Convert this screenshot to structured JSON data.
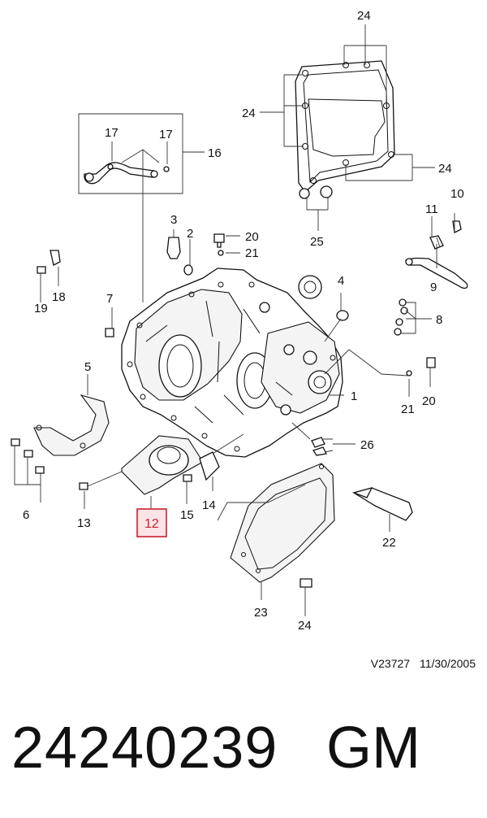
{
  "callouts": {
    "c1": "1",
    "c2": "2",
    "c3": "3",
    "c4": "4",
    "c5": "5",
    "c6": "6",
    "c7": "7",
    "c8": "8",
    "c9": "9",
    "c10": "10",
    "c11": "11",
    "c12": "12",
    "c13": "13",
    "c14": "14",
    "c15": "15",
    "c16": "16",
    "c17a": "17",
    "c17b": "17",
    "c18": "18",
    "c19": "19",
    "c20a": "20",
    "c20b": "20",
    "c21a": "21",
    "c21b": "21",
    "c22": "22",
    "c23": "23",
    "c24a": "24",
    "c24b": "24",
    "c24c": "24",
    "c24d": "24",
    "c25": "25",
    "c26": "26"
  },
  "highlight": {
    "part": "12",
    "color": "#c8202f"
  },
  "reference": {
    "code": "V23727",
    "date": "11/30/2005"
  },
  "footer": {
    "part_number": "24240239",
    "maker": "GM"
  }
}
